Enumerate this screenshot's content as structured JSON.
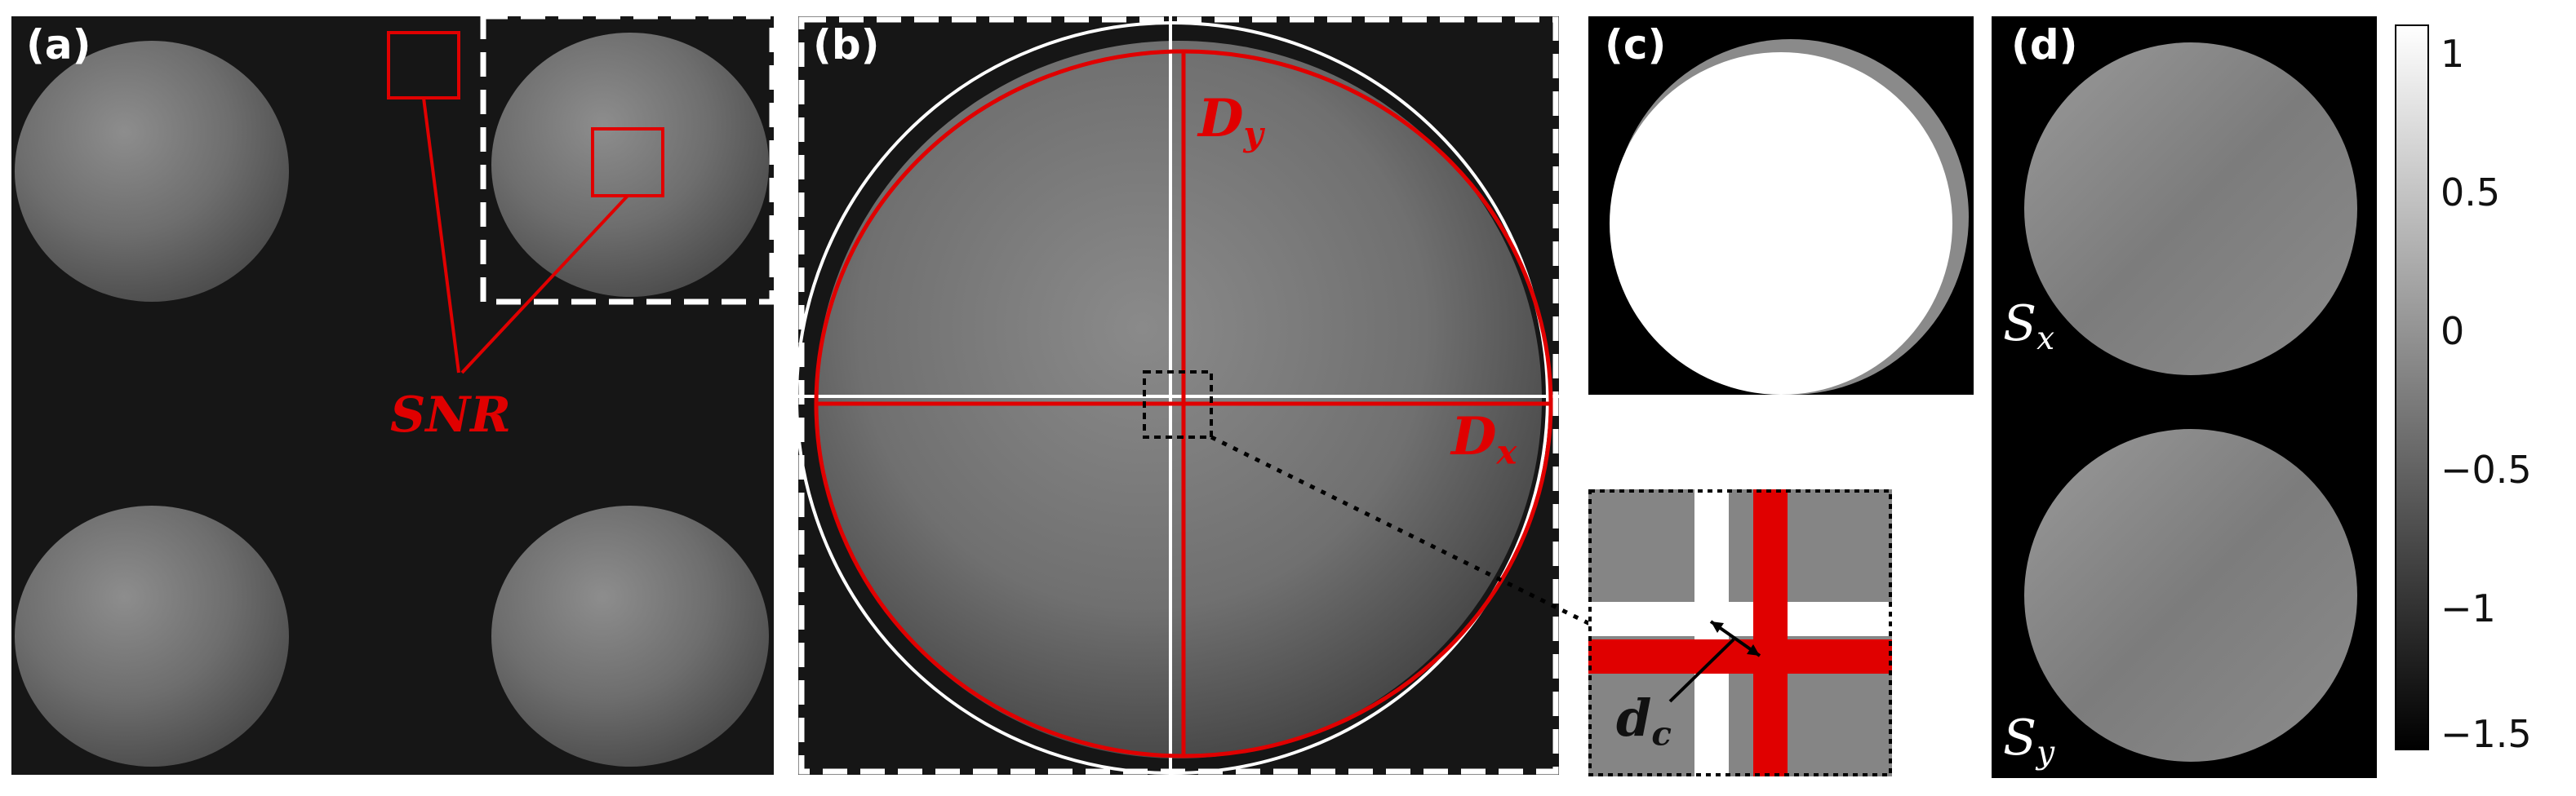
{
  "panels": {
    "a": {
      "letter": "(a)",
      "annotation": "SNR"
    },
    "b": {
      "letter": "(b)",
      "dy_main": "D",
      "dy_sub": "y",
      "dx_main": "D",
      "dx_sub": "x"
    },
    "c": {
      "letter": "(c)"
    },
    "inset": {
      "dc_main": "d",
      "dc_sub": "c"
    },
    "d": {
      "letter": "(d)",
      "sx_main": "S",
      "sx_sub": "x",
      "sy_main": "S",
      "sy_sub": "y"
    }
  },
  "colorbar": {
    "ticks": [
      "1",
      "0.5",
      "0",
      "−0.5",
      "−1",
      "−1.5"
    ],
    "range": [
      -1.5,
      1.1
    ]
  },
  "colors": {
    "annotation_red": "#e00000",
    "image_background": "#161616",
    "circle_white": "#ffffff"
  }
}
